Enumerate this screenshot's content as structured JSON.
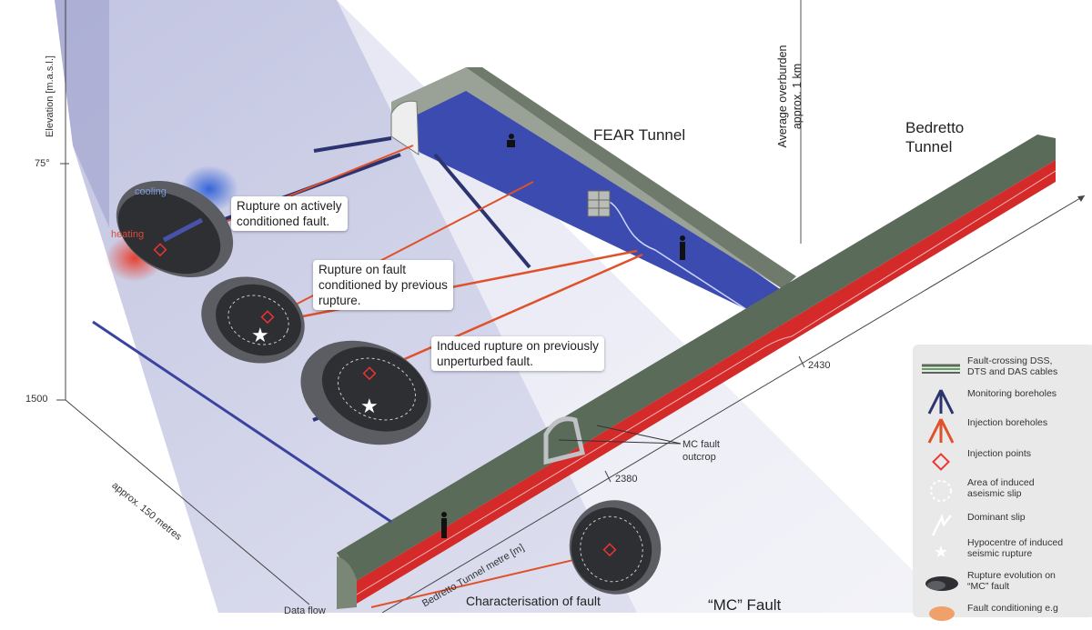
{
  "labels": {
    "elevation_axis": "Elevation [m.a.s.l.]",
    "angle": "75°",
    "elevation_value": "1500",
    "width_axis": "approx. 150 metres",
    "fear_tunnel": "FEAR Tunnel",
    "bedretto_tunnel": "Bedretto\nTunnel",
    "overburden": "Average overburden\napprox. 1 km",
    "tm_2430": "2430",
    "tm_2380": "2380",
    "tunnel_metre": "Bedretto Tunnel metre [m]",
    "mc_outcrop": "MC fault\noutcrop",
    "mc_fault": "“MC” Fault",
    "data_flow": "Data flow",
    "characterisation": "Characterisation of fault",
    "cooling": "cooling",
    "heating": "heating"
  },
  "callouts": {
    "actively": "Rupture on actively\nconditioned fault.",
    "previous": "Rupture on fault\nconditioned by previous\nrupture.",
    "unperturbed": "Induced rupture on previously\nunperturbed fault."
  },
  "legend": [
    {
      "icon": "dss-cable-icon",
      "label": "Fault-crossing DSS,\nDTS and DAS cables"
    },
    {
      "icon": "monitoring-borehole-icon",
      "label": "Monitoring boreholes"
    },
    {
      "icon": "injection-borehole-icon",
      "label": "Injection boreholes"
    },
    {
      "icon": "injection-point-icon",
      "label": "Injection points"
    },
    {
      "icon": "aseismic-slip-icon",
      "label": "Area of induced\naseismic slip"
    },
    {
      "icon": "dominant-slip-icon",
      "label": "Dominant slip"
    },
    {
      "icon": "hypocentre-icon",
      "label": "Hypocentre of induced\nseismic rupture"
    },
    {
      "icon": "rupture-evolution-icon",
      "label": "Rupture evolution on\n“MC” fault"
    },
    {
      "icon": "fault-conditioning-icon",
      "label": "Fault conditioning e.g"
    }
  ],
  "colors": {
    "tunnel_top": "#5b6b5a",
    "tunnel_red": "#d42a2a",
    "fear_floor": "#3b4bb0",
    "fear_wall": "#8f978d",
    "monitoring": "#2c3470",
    "injection": "#e0502a",
    "fault_plane": "#c9cbe6",
    "fault_disc": "#2e2f33"
  }
}
